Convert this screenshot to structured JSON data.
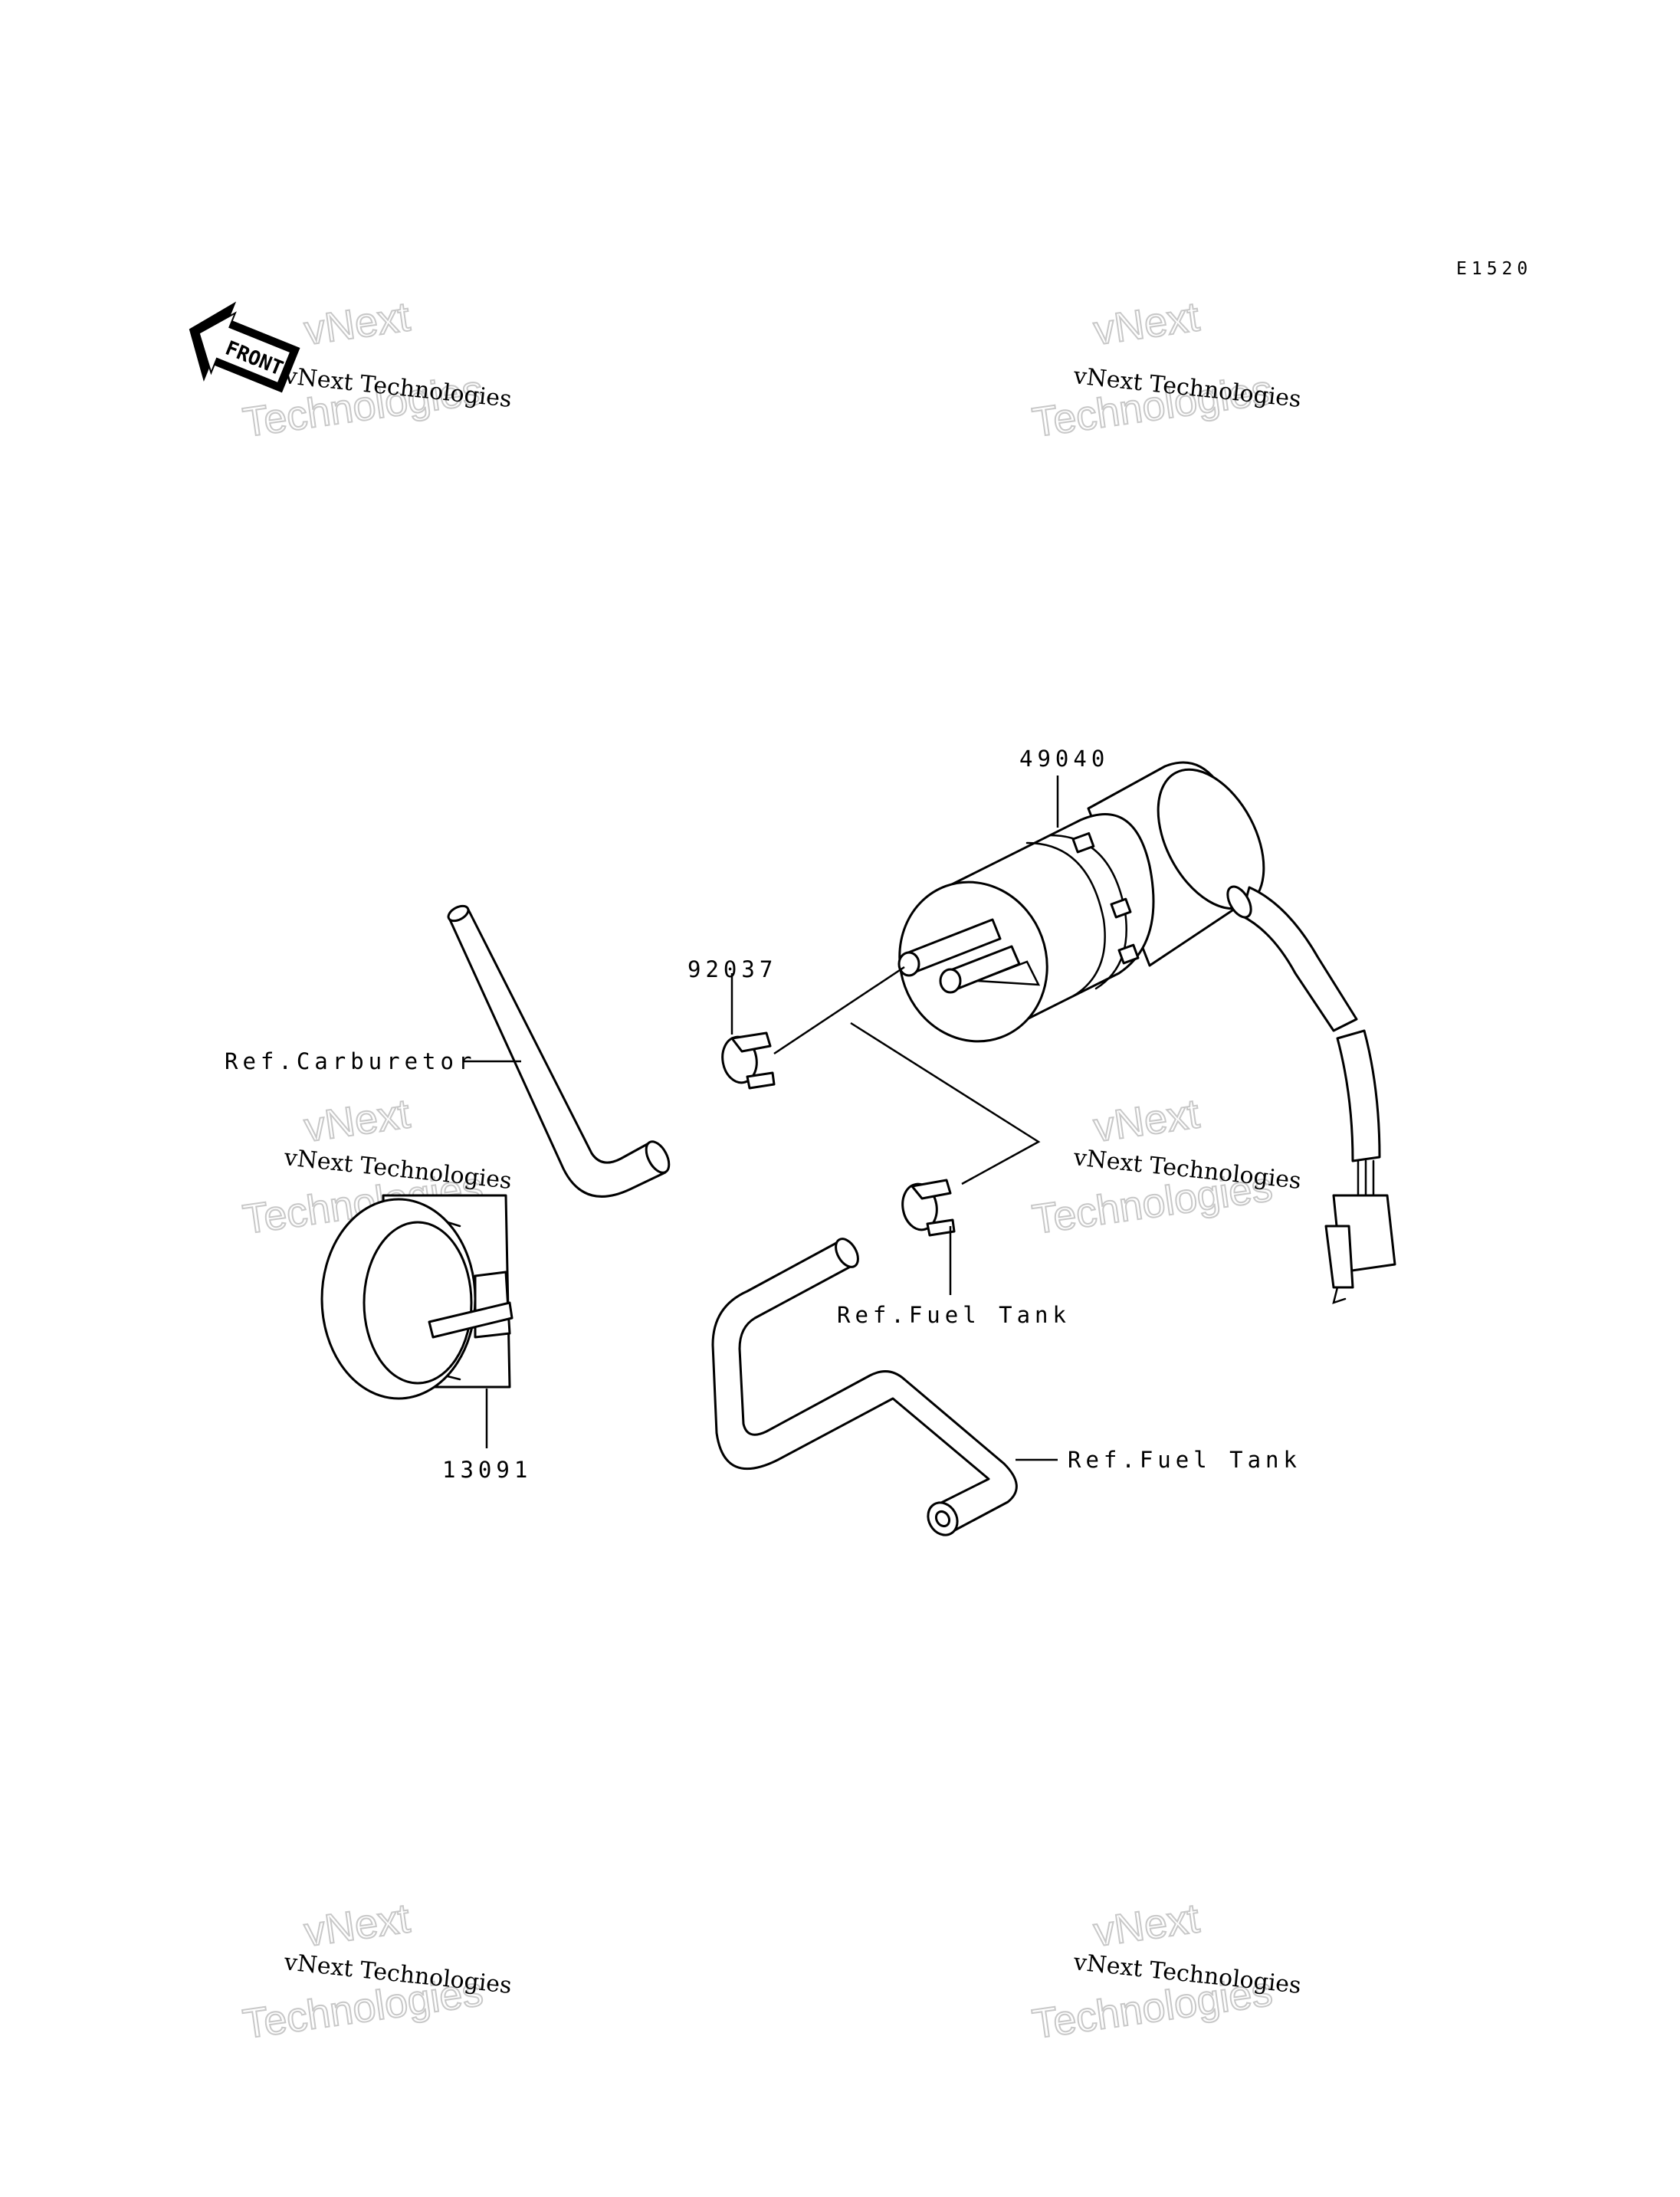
{
  "diagram_code": "E1520",
  "front_arrow_label": "FRONT",
  "watermark": {
    "line1": "vNext Technologies",
    "outline_top": "vNext",
    "outline_bottom": "Technologies"
  },
  "callouts": {
    "fuel_pump": "49040",
    "clamp": "92037",
    "bracket": "13091",
    "ref_carburetor": "Ref.Carburetor",
    "ref_fuel_tank_clamp": "Ref.Fuel Tank",
    "ref_fuel_tank_hose": "Ref.Fuel Tank"
  }
}
